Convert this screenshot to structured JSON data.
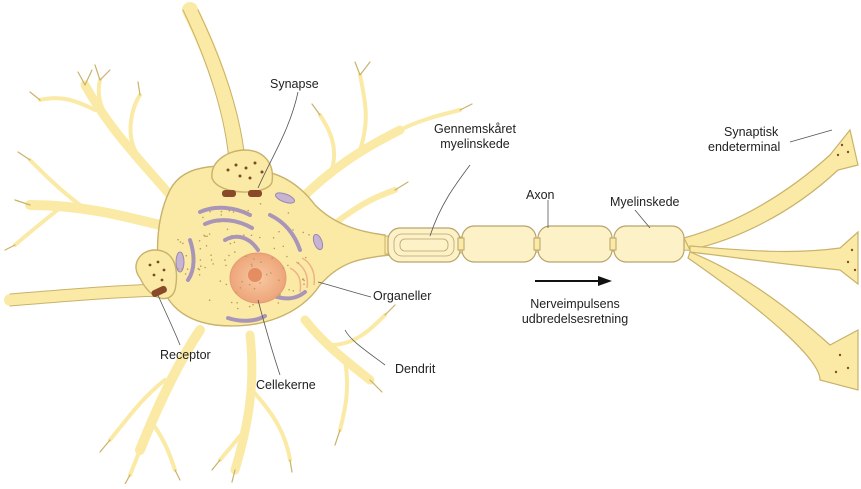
{
  "labels": {
    "synapse": "Synapse",
    "gennemskaaret_line1": "Gennemskåret",
    "gennemskaaret_line2": "myelinskede",
    "axon": "Axon",
    "myelinskede": "Myelinskede",
    "synaptisk_line1": "Synaptisk",
    "synaptisk_line2": "endeterminal",
    "organeller": "Organeller",
    "nerveimpuls_line1": "Nerveimpulsens",
    "nerveimpuls_line2": "udbredelsesretning",
    "receptor": "Receptor",
    "cellekerne": "Cellekerne",
    "dendrit": "Dendrit"
  },
  "colors": {
    "cytoplasm": "#fbeaa6",
    "cytoplasm_outline": "#c9b26a",
    "myelin": "#fdf1c8",
    "myelin_outline": "#b9a46a",
    "nucleus": "#f3b98c",
    "organelle": "#b9a6c4",
    "synapse_dot": "#8a4a2a",
    "arrow": "#111111"
  }
}
